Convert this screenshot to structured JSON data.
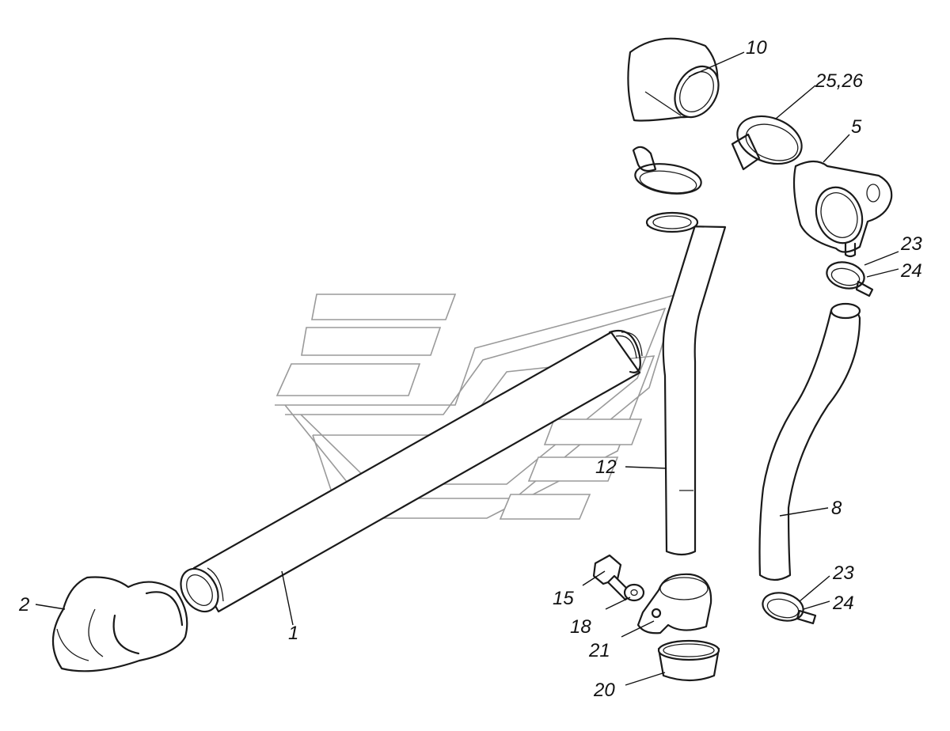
{
  "callouts": {
    "c1": "1",
    "c2": "2",
    "c5": "5",
    "c8": "8",
    "c10": "10",
    "c12": "12",
    "c15": "15",
    "c18": "18",
    "c20": "20",
    "c21": "21",
    "c23a": "23",
    "c24a": "24",
    "c23b": "23",
    "c24b": "24",
    "c25_26": "25,26"
  },
  "colors": {
    "line": "#1a1a1a",
    "watermark": "#9a9a9a",
    "background": "#ffffff"
  }
}
